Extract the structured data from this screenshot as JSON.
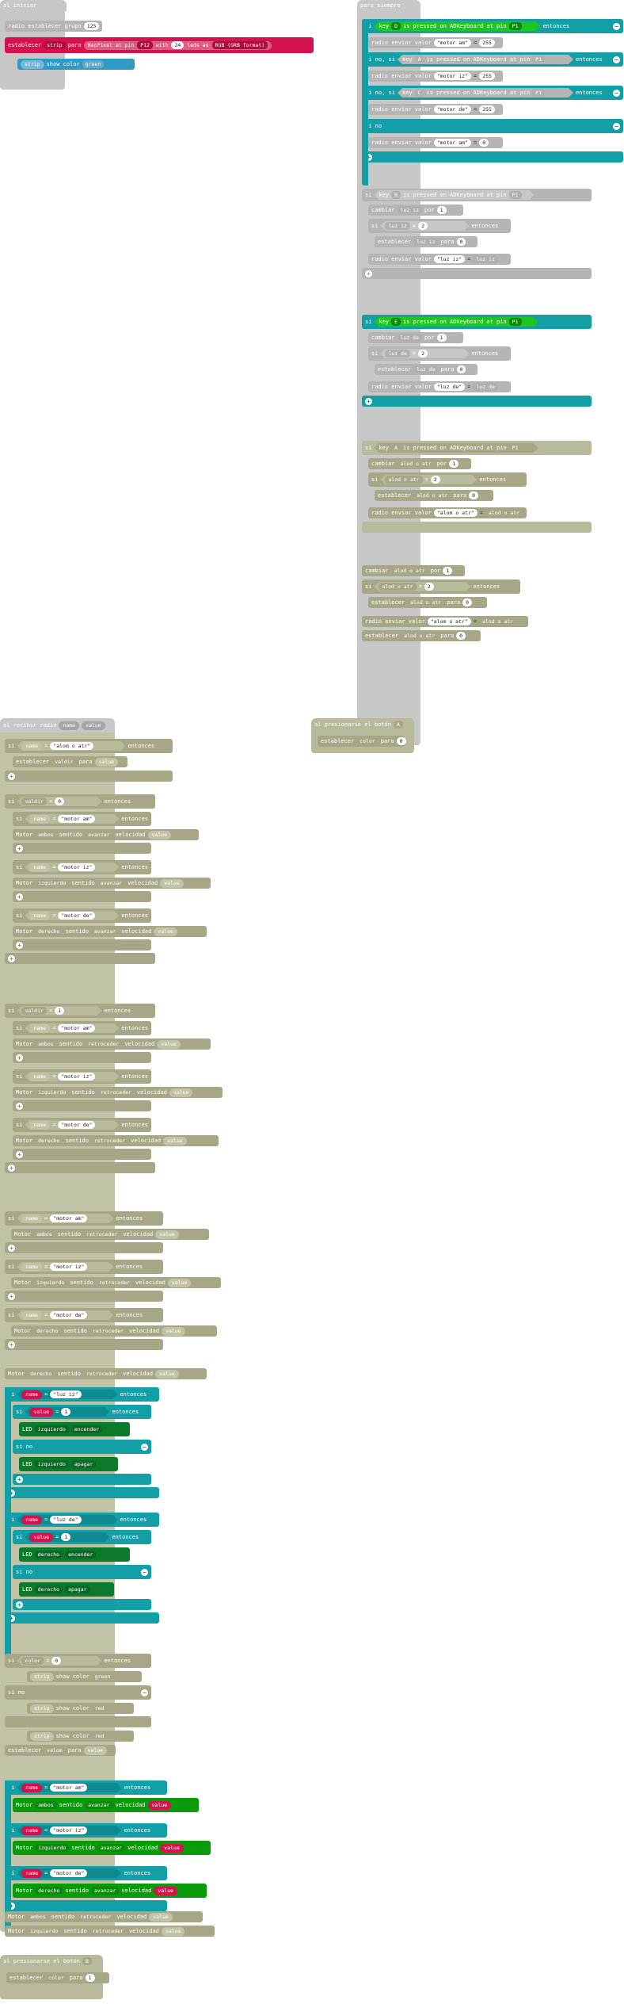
{
  "on_start": {
    "hat": "al iniciar",
    "radio_group_label": "radio establecer grupo",
    "radio_group_value": "125",
    "set_label": "establecer",
    "strip_var": "strip",
    "para": "para",
    "neopixel_label": "NeoPixel at pin",
    "neopixel_pin": "P12",
    "with": "with",
    "leds_count": "24",
    "leds_as": "leds as",
    "mode": "RGB (GRB format)",
    "show_color_strip": "strip",
    "show_color_label": "show color",
    "show_color_value": "green"
  },
  "forever": {
    "hat": "para siempre",
    "if": "si",
    "elseif": "si no, si",
    "else": "si no",
    "then": "entonces",
    "key_label": "key",
    "pressed": "is pressed on ADKeyboard at pin",
    "pin": "P1",
    "radio_send": "radio enviar valor",
    "change": "cambiar",
    "by": "por",
    "set": "establecer",
    "to": "para",
    "eq": "=",
    "block1_key": "D",
    "block1_str": "\"motor am\"",
    "block1_val": "255",
    "block2_key": "A",
    "block2_str": "\"motor iz\"",
    "block2_val": "255",
    "block3_key": "C",
    "block3_str": "\"motor de\"",
    "block3_val": "255",
    "else_str": "\"motor am\"",
    "else_val": "0",
    "b_key": "B",
    "luz_iz_var": "luz iz",
    "luz_iz_str": "\"luz iz\"",
    "e_key": "E",
    "luz_de_var": "luz de",
    "luz_de_str": "\"luz de\"",
    "one": "1",
    "two": "2",
    "zero": "0",
    "a_key": "A",
    "alod_var": "alod o atr",
    "alod_str": "\"alom o atr\""
  },
  "on_button_top": {
    "hat": "al presionarse el botón",
    "button": "A",
    "set": "establecer",
    "var": "color",
    "to": "para",
    "value": "0"
  },
  "on_radio": {
    "hat": "al recibir radio",
    "param1": "name",
    "param2": "value",
    "if": "si",
    "else": "si no",
    "then": "entonces",
    "eq": "=",
    "name": "name",
    "value": "value",
    "set": "establecer",
    "to": "para",
    "alom_str": "\"alom o atr\"",
    "valdir_var": "valdir",
    "zero": "0",
    "one": "1",
    "motor_am": "\"motor am\"",
    "motor_iz": "\"motor iz\"",
    "motor_de": "\"motor de\"",
    "luz_iz": "\"luz iz\"",
    "luz_de": "\"luz de\"",
    "motor": "Motor",
    "sentido": "sentido",
    "velocidad": "velocidad",
    "ambos": "ambos",
    "izquierdo": "izquierdo",
    "derecho": "derecho",
    "avanzar": "avanzar",
    "retroceder": "retroceder",
    "led": "LED",
    "encender": "encender",
    "apagar": "apagar",
    "color_var": "color",
    "strip": "strip",
    "show_color": "show color",
    "green": "green",
    "red": "red",
    "valom_var": "valom"
  },
  "on_button_bottom": {
    "hat": "al presionarse el botón",
    "button": "B",
    "set": "establecer",
    "var": "color",
    "to": "para",
    "value": "1"
  }
}
